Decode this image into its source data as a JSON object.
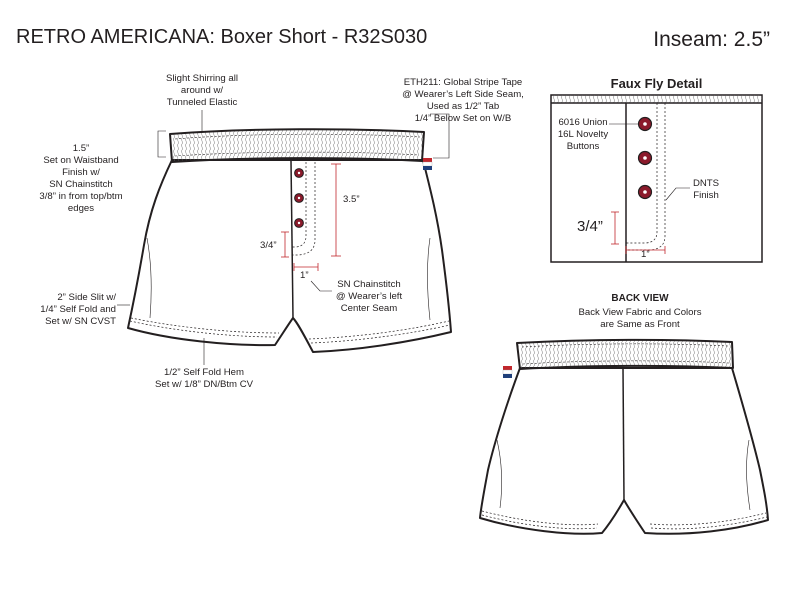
{
  "title": "RETRO AMERICANA:  Boxer Short - R32S030",
  "inseam": "Inseam: 2.5”",
  "front": {
    "shirring_note": [
      "Slight Shirring all",
      "around w/",
      "Tunneled Elastic"
    ],
    "waistband_note": [
      "1.5”",
      "Set on Waistband",
      "Finish w/",
      "SN Chainstitch",
      "3/8” in from top/btm",
      "edges"
    ],
    "tape_note": [
      "ETH211: Global Stripe Tape",
      "@ Wearer’s Left Side Seam,",
      "Used as 1/2” Tab",
      "1/4” Below Set on W/B"
    ],
    "fly_length": "3.5”",
    "fly_width": "3/4”",
    "fly_offset": "1”",
    "chainstitch_note": [
      "SN Chainstitch",
      "@ Wearer’s left",
      "Center Seam"
    ],
    "side_slit_note": [
      "2” Side Slit w/",
      "1/4” Self Fold and",
      "Set w/ SN CVST"
    ],
    "hem_note": [
      "1/2” Self Fold Hem",
      "Set w/ 1/8” DN/Btm CV"
    ]
  },
  "faux_fly": {
    "heading": "Faux Fly Detail",
    "buttons_note": [
      "6016 Union",
      "16L Novelty",
      "Buttons"
    ],
    "dnts_note": [
      "DNTS",
      "Finish"
    ],
    "width_label": "3/4”",
    "offset_label": "1”"
  },
  "back": {
    "heading": "BACK VIEW",
    "note": [
      "Back View Fabric and Colors",
      "are Same as Front"
    ]
  },
  "colors": {
    "line": "#231f20",
    "dimension": "#c1272d",
    "button_fill": "#8b1a2b",
    "tape_red": "#c1272d",
    "tape_blue": "#1f3f7a"
  }
}
